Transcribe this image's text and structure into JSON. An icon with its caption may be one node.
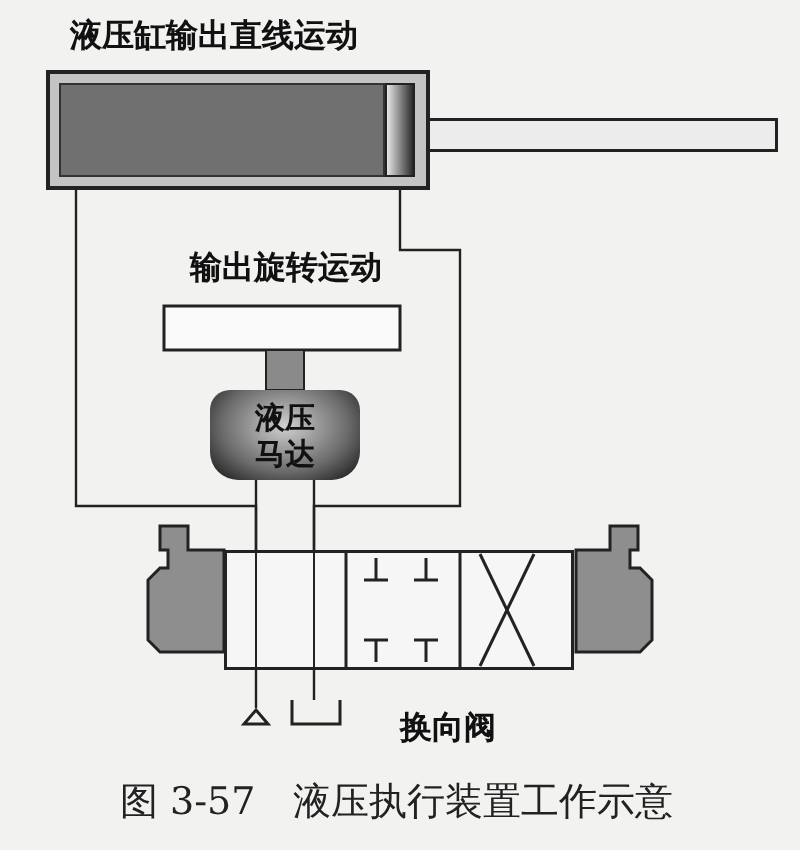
{
  "diagram": {
    "caption": "图 3-57　液压执行装置工作示意",
    "nodes": [
      {
        "text": [
          "液压缸输出直线运动"
        ]
      },
      {
        "text": [
          "液压马达"
        ],
        "beside": [
          "输出旋转运动"
        ]
      },
      {
        "text": [],
        "shape": "box",
        "beside": [
          "换向阀"
        ]
      },
      {
        "text": [],
        "shape": "triangle"
      },
      {
        "text": [],
        "shape": "tank"
      }
    ],
    "edges": [
      {
        "from": 0,
        "to": 2,
        "arrow": "none"
      },
      {
        "from": 0,
        "to": 2,
        "arrow": "none"
      },
      {
        "from": 1,
        "to": 2,
        "arrow": "none"
      },
      {
        "from": 1,
        "to": 2,
        "arrow": "none"
      },
      {
        "from": 2,
        "to": 3,
        "arrow": "none"
      },
      {
        "from": 2,
        "to": 4,
        "arrow": "none"
      }
    ]
  }
}
